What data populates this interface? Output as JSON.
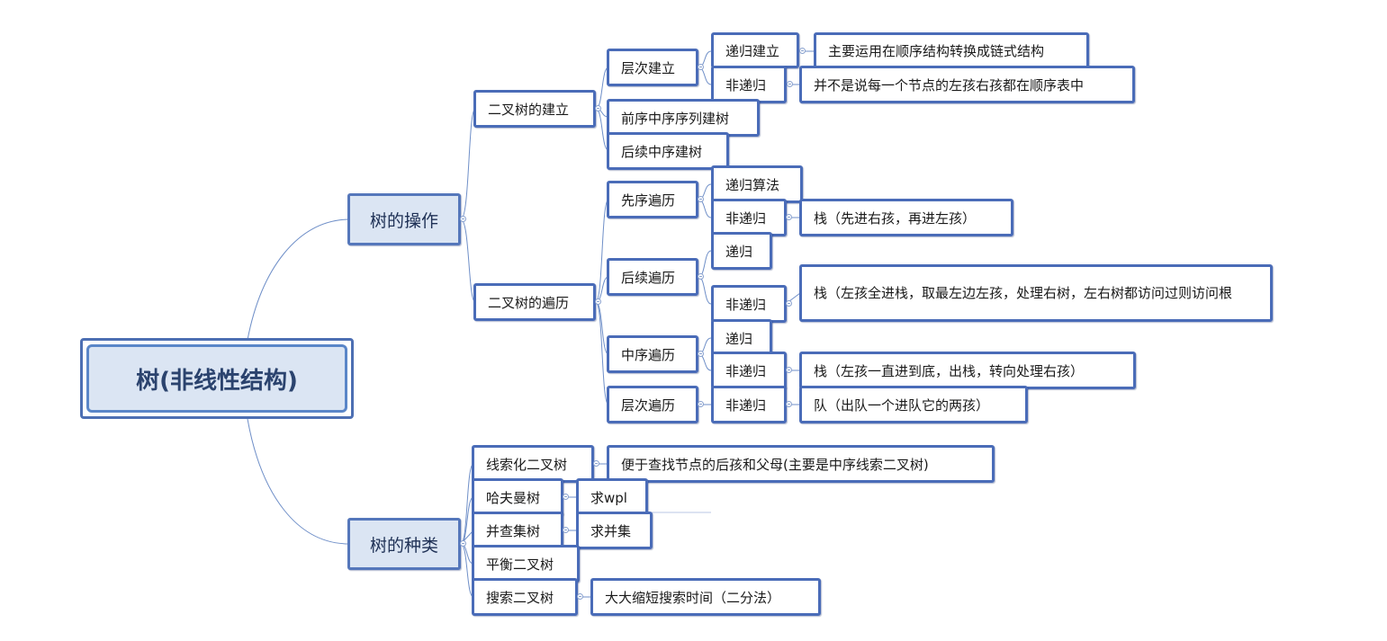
{
  "root": "树(非线性结构)",
  "ops": {
    "title": "树的操作",
    "build": {
      "title": "二叉树的建立",
      "level": "层次建立",
      "recursive": "递归建立",
      "recursive_note": "主要运用在顺序结构转换成链式结构",
      "nonrecursive": "非递归",
      "nonrecursive_note": "并不是说每一个节点的左孩右孩都在顺序表中",
      "pre_in": "前序中序序列建树",
      "post_in": "后续中序建树"
    },
    "traverse": {
      "title": "二叉树的遍历",
      "pre": "先序遍历",
      "pre_rec": "递归算法",
      "pre_nonrec": "非递归",
      "pre_nonrec_note": "栈（先进右孩，再进左孩）",
      "post": "后续遍历",
      "post_rec": "递归",
      "post_nonrec": "非递归",
      "post_nonrec_note": "栈（左孩全进栈，取最左边左孩，处理右树，左右树都访问过则访问根",
      "in": "中序遍历",
      "in_rec": "递归",
      "in_nonrec": "非递归",
      "in_nonrec_note": "栈（左孩一直进到底，出栈，转向处理右孩）",
      "level": "层次遍历",
      "level_nonrec": "非递归",
      "level_nonrec_note": "队（出队一个进队它的两孩）"
    }
  },
  "kinds": {
    "title": "树的种类",
    "threaded": "线索化二叉树",
    "threaded_note": "便于查找节点的后孩和父母(主要是中序线索二叉树)",
    "huffman": "哈夫曼树",
    "huffman_note": "求wpl",
    "unionfind": "并查集树",
    "unionfind_note": "求并集",
    "balanced": "平衡二叉树",
    "search": "搜索二叉树",
    "search_note": "大大缩短搜索时间（二分法）"
  },
  "colors": {
    "border": "#4a6cb8",
    "fill_main": "#dbe5f3",
    "line": "#6a8cc6"
  }
}
